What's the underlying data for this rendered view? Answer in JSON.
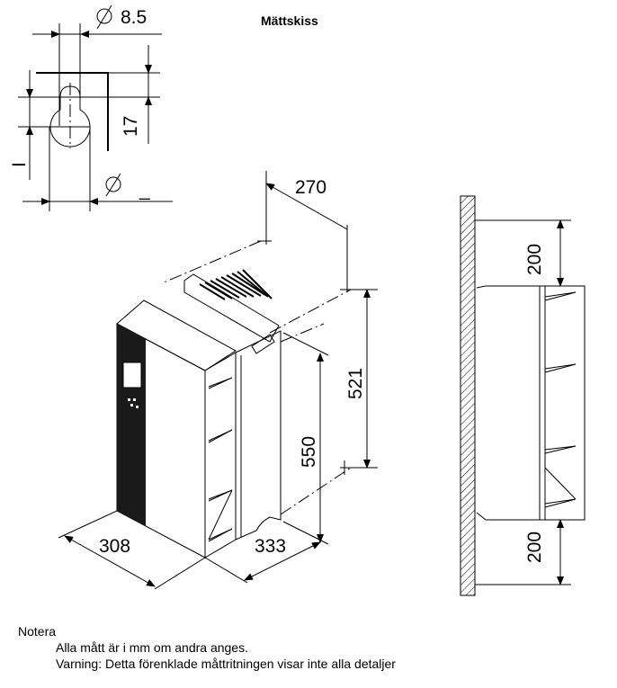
{
  "title": "Mättskiss",
  "keyhole_detail": {
    "hole_diameter": "8.5",
    "vertical_offset": "17",
    "left_dim": "I",
    "bottom_diameter": "_",
    "diameter_symbol": "∅"
  },
  "iso_view": {
    "depth_offset": "270",
    "mount_height": "521",
    "height": "550",
    "width": "308",
    "depth": "333"
  },
  "side_view": {
    "clearance_top": "200",
    "clearance_bottom": "200"
  },
  "notes": {
    "heading": "Notera",
    "line1": "Alla mått är i mm om andra anges.",
    "line2": "Varning: Detta förenklade måttritningen visar inte alla detaljer"
  }
}
